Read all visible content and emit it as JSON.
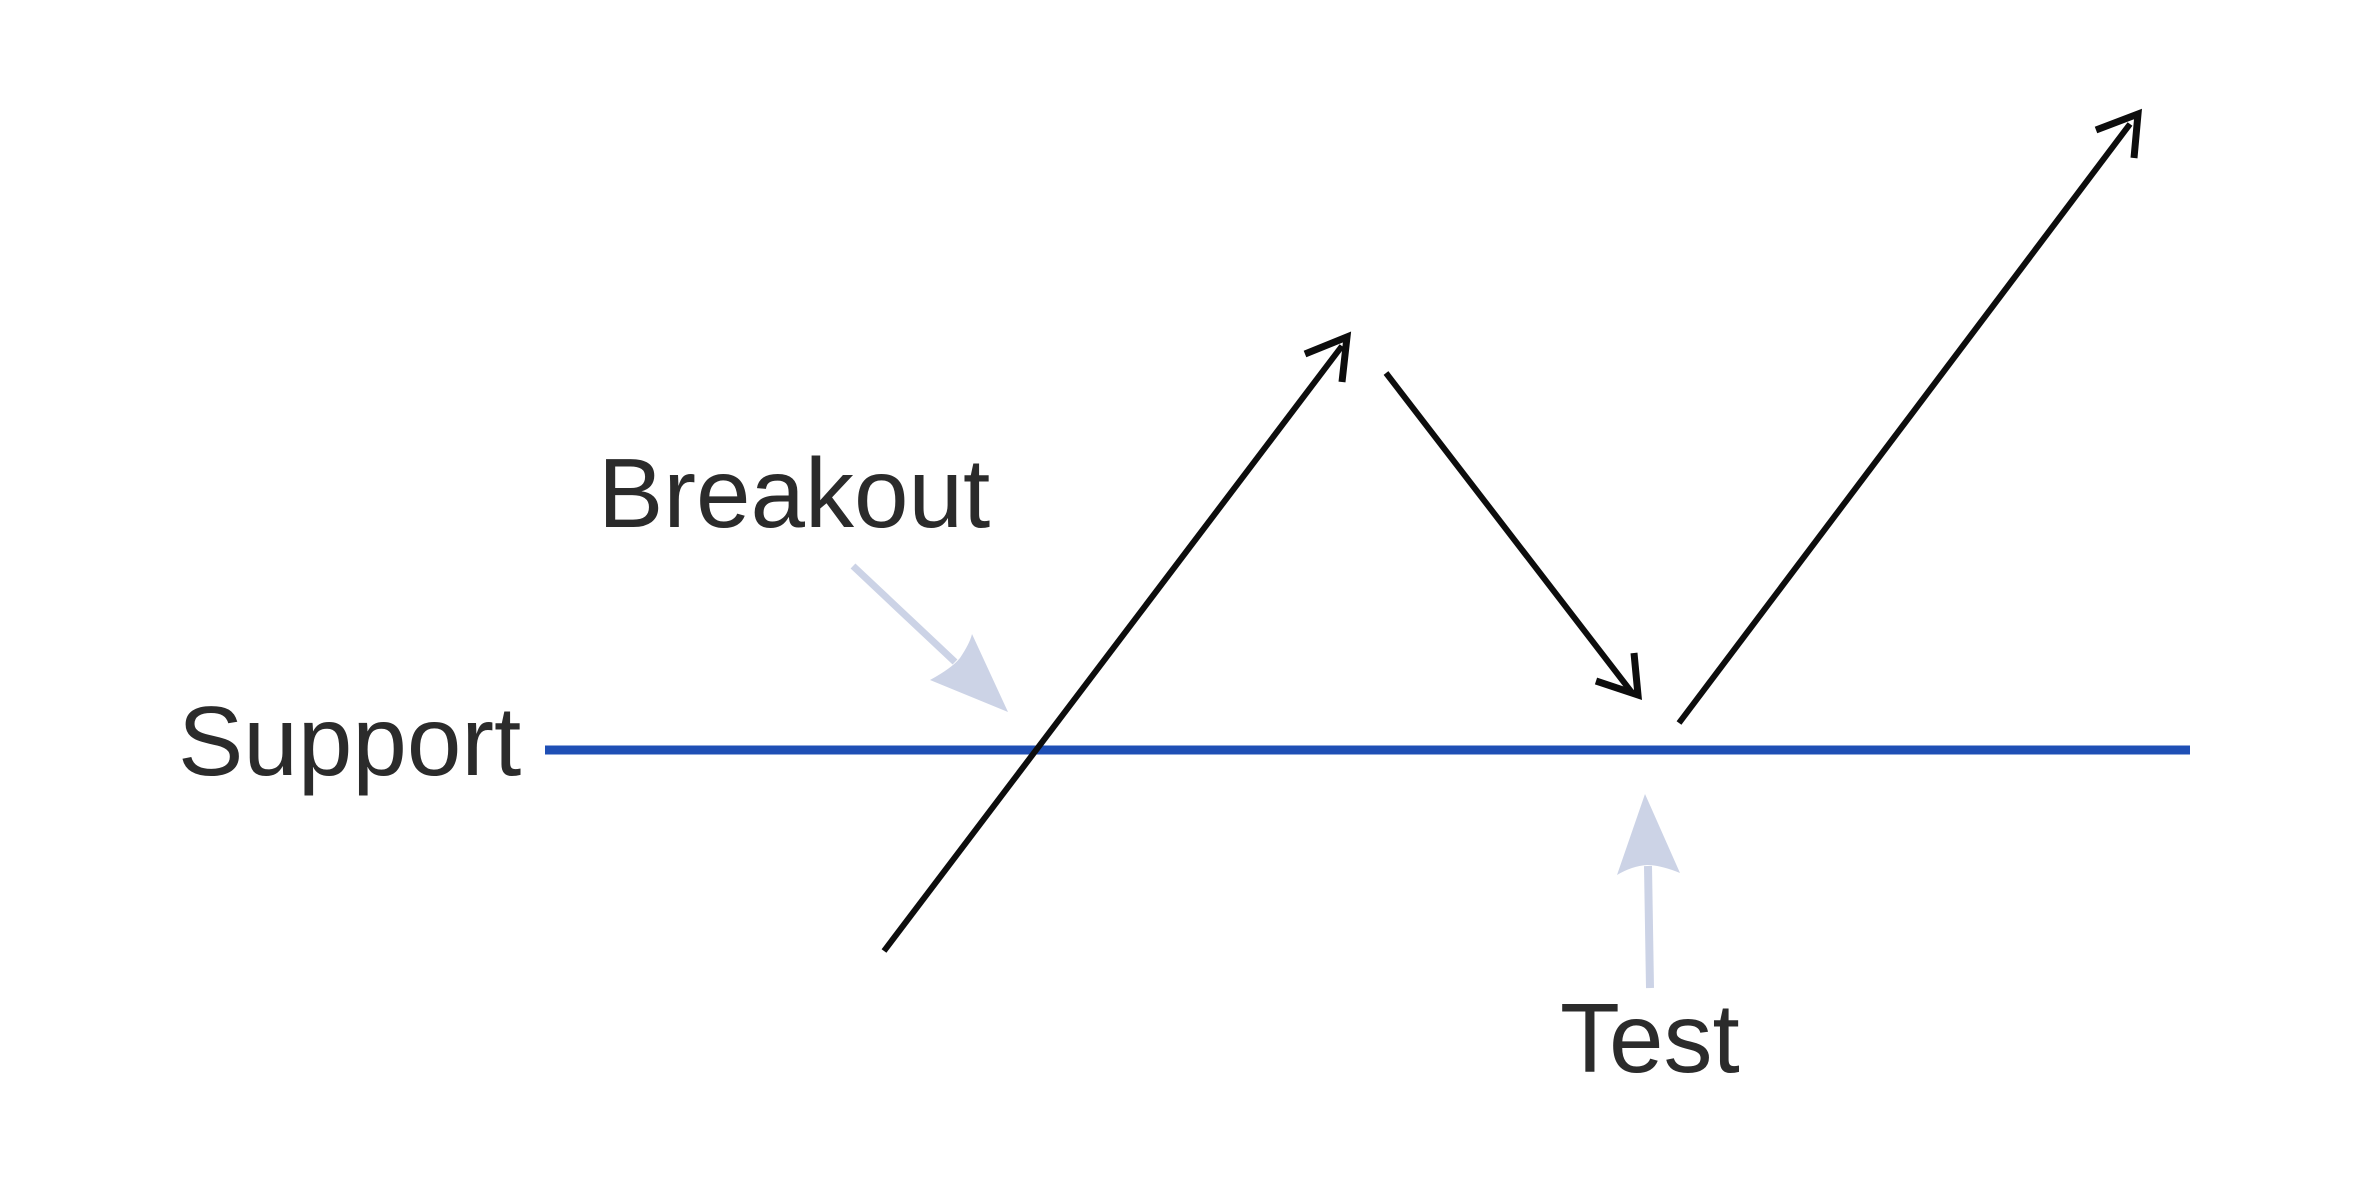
{
  "labels": {
    "support": "Support",
    "breakout": "Breakout",
    "test": "Test"
  },
  "colors": {
    "background": "#ffffff",
    "support_line": "#1f4fb5",
    "price_path": "#0d0d0d",
    "annotation_arrow": "#ccd3e6",
    "text": "#2b2b2b"
  }
}
